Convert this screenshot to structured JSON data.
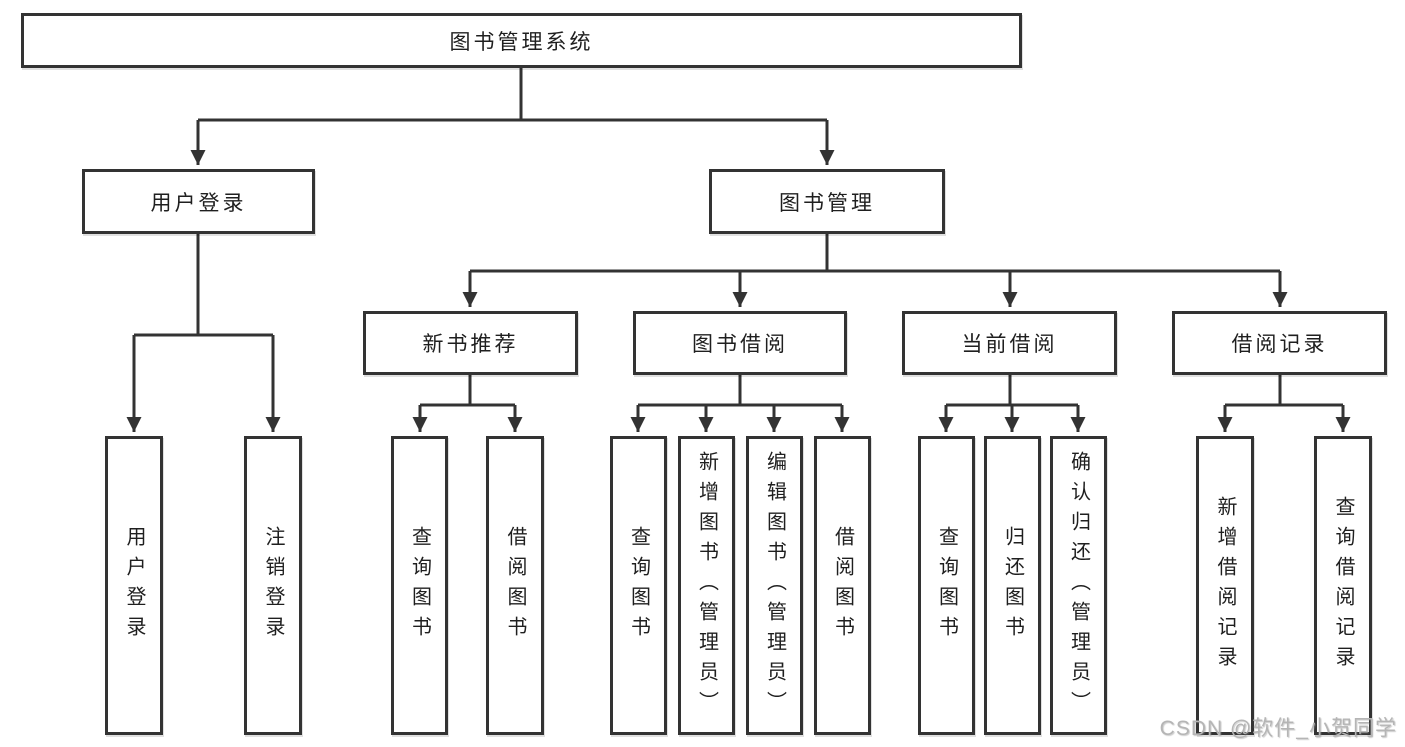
{
  "diagram_title": "图书管理系统",
  "colors": {
    "line": "#333333",
    "box_border": "#333333",
    "text": "#1f1f1f",
    "watermark": "#b5b5b5",
    "background": "#ffffff"
  },
  "tree": {
    "root": {
      "label": "图书管理系统"
    },
    "children": [
      {
        "label": "用户登录",
        "children": [
          {
            "label": "用户登录"
          },
          {
            "label": "注销登录"
          }
        ]
      },
      {
        "label": "图书管理",
        "children": [
          {
            "label": "新书推荐",
            "children": [
              {
                "label": "查询图书"
              },
              {
                "label": "借阅图书"
              }
            ]
          },
          {
            "label": "图书借阅",
            "children": [
              {
                "label": "查询图书"
              },
              {
                "label": "新增图书（管理员）"
              },
              {
                "label": "编辑图书（管理员）"
              },
              {
                "label": "借阅图书"
              }
            ]
          },
          {
            "label": "当前借阅",
            "children": [
              {
                "label": "查询图书"
              },
              {
                "label": "归还图书"
              },
              {
                "label": "确认归还（管理员）"
              }
            ]
          },
          {
            "label": "借阅记录",
            "children": [
              {
                "label": "新增借阅记录"
              },
              {
                "label": "查询借阅记录"
              }
            ]
          }
        ]
      }
    ]
  },
  "watermark": {
    "text": "CSDN @软件_小贺同学"
  }
}
